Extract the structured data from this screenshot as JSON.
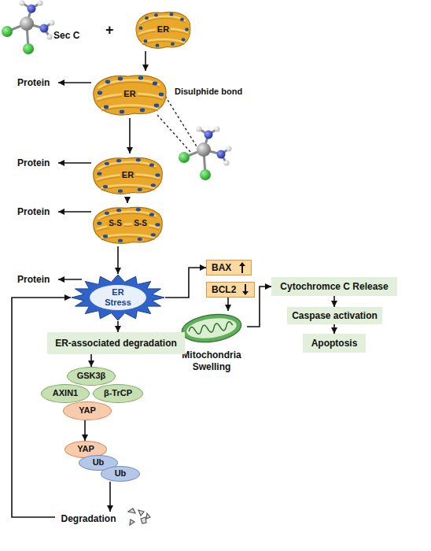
{
  "diagram": {
    "nodes": [
      {
        "text": [
          "Sec C"
        ]
      },
      {
        "text": [
          "ER"
        ]
      },
      {
        "text": [
          "ER"
        ]
      },
      {
        "text": [
          "ER"
        ]
      },
      {
        "text": [
          "S-S",
          "S-S"
        ]
      },
      {
        "text": [
          "ER Stress"
        ]
      },
      {
        "text": [
          "BAX"
        ]
      },
      {
        "text": [
          "BCL2"
        ]
      },
      {
        "text": [
          "Mitochondria Swelling"
        ]
      },
      {
        "text": [
          "Cytochromce C Release"
        ]
      },
      {
        "text": [
          "Caspase activation"
        ]
      },
      {
        "text": [
          "Apoptosis"
        ]
      },
      {
        "text": [
          "ER-associated degradation"
        ]
      },
      {
        "text": [
          "GSK3β"
        ]
      },
      {
        "text": [
          "AXIN1"
        ]
      },
      {
        "text": [
          "β-TrCP"
        ]
      },
      {
        "text": [
          "YAP"
        ]
      },
      {
        "text": [
          "YAP"
        ]
      },
      {
        "text": [
          "Ub"
        ]
      },
      {
        "text": [
          "Ub"
        ]
      },
      {
        "text": [
          "Degradation"
        ]
      }
    ],
    "edges": [
      {
        "from": 1,
        "to": 2,
        "arrow": "to"
      },
      {
        "from": 2,
        "to": 3,
        "arrow": "to"
      },
      {
        "from": 3,
        "to": 4,
        "arrow": "to"
      },
      {
        "from": 4,
        "to": 5,
        "arrow": "to"
      },
      {
        "from": 5,
        "to": 6,
        "arrow": "to"
      },
      {
        "from": 7,
        "to": 8,
        "arrow": "to"
      },
      {
        "from": 8,
        "to": 9,
        "arrow": "to"
      },
      {
        "from": 9,
        "to": 10,
        "arrow": "to"
      },
      {
        "from": 10,
        "to": 11,
        "arrow": "to"
      },
      {
        "from": 5,
        "to": 12,
        "arrow": "to"
      },
      {
        "from": 12,
        "to": 13,
        "arrow": "to"
      },
      {
        "from": 16,
        "to": 17,
        "arrow": "to"
      },
      {
        "from": 19,
        "to": 20,
        "arrow": "to"
      },
      {
        "from": 20,
        "to": 5,
        "arrow": "to"
      }
    ],
    "labels": [
      "+",
      "Protein",
      "Protein",
      "Protein",
      "Protein",
      "Disulphide bond"
    ]
  }
}
